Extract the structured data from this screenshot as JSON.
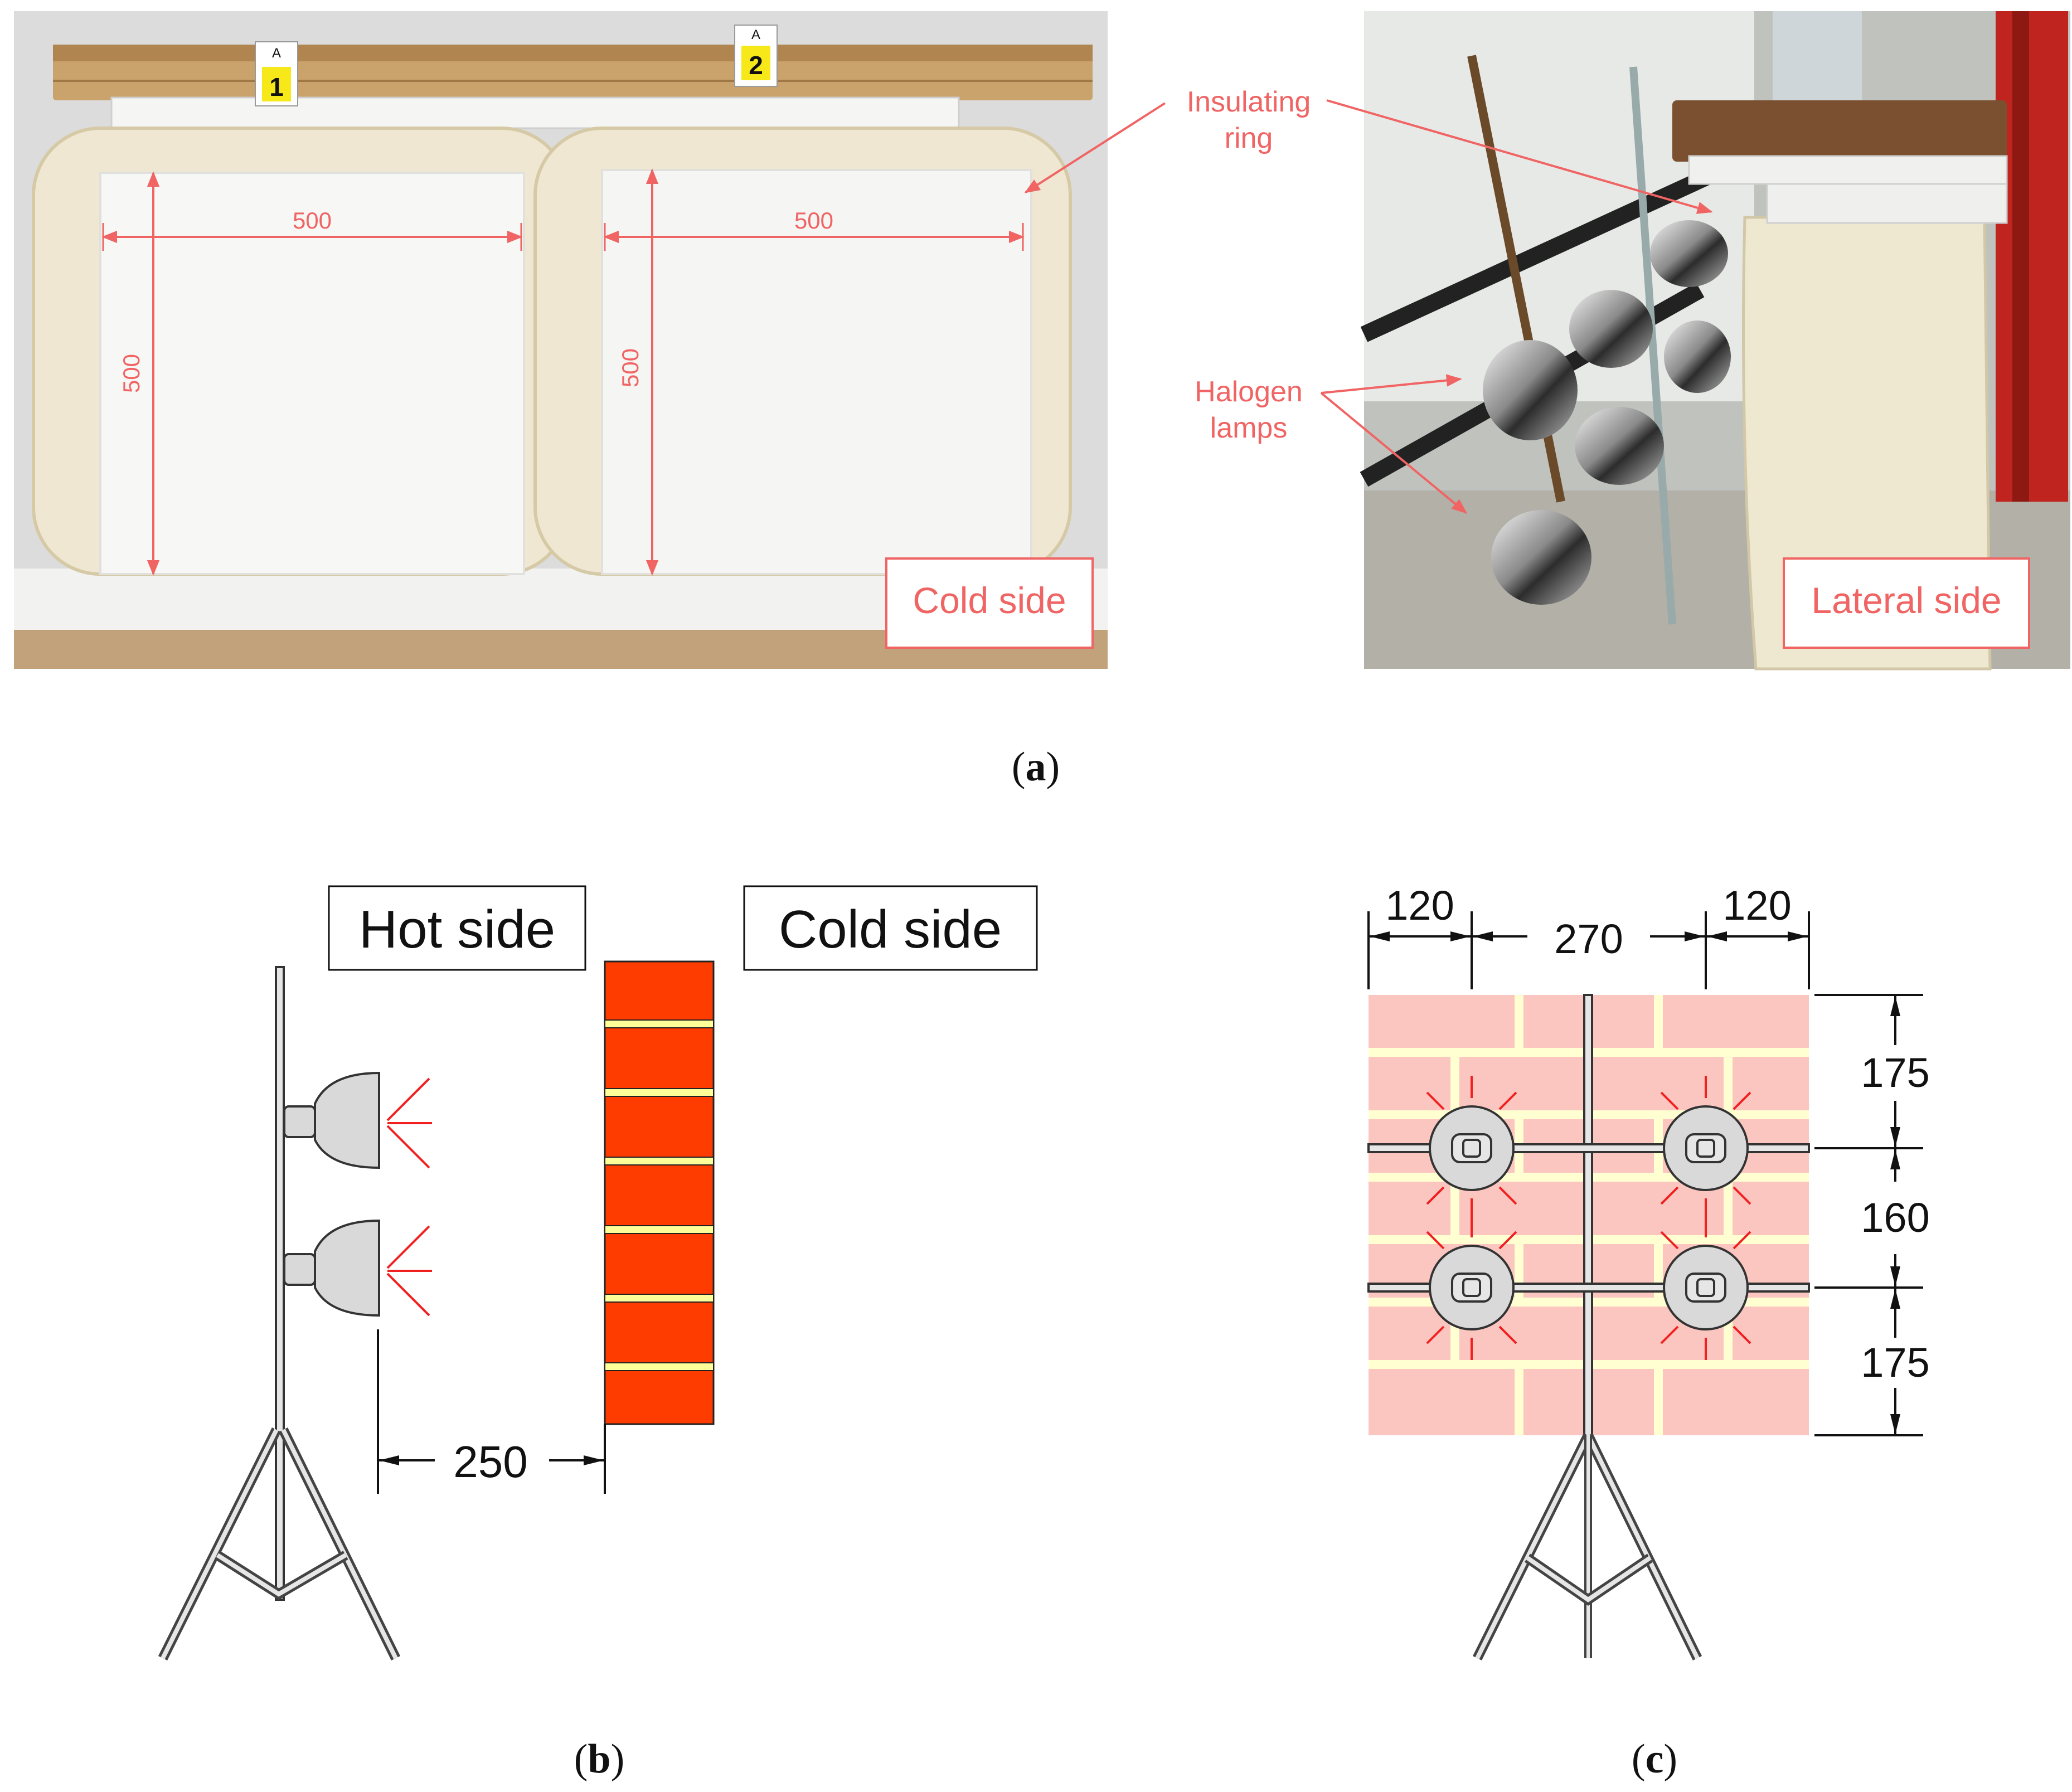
{
  "panel_a": {
    "left_photo": {
      "labels": [
        "1",
        "2"
      ],
      "small_marks": [
        "A",
        "A"
      ],
      "width_1": "500",
      "width_2": "500",
      "height_1": "500",
      "height_2": "500",
      "side_label": "Cold side"
    },
    "right_photo": {
      "insulating_ring": [
        "Insulating",
        "ring"
      ],
      "halogen_lamps": [
        "Halogen",
        "lamps"
      ],
      "side_label": "Lateral side"
    },
    "caption_letter": "a"
  },
  "panel_b": {
    "hot_side": "Hot side",
    "cold_side": "Cold side",
    "distance": "250",
    "caption_letter": "b"
  },
  "panel_c": {
    "top_dims": [
      "120",
      "270",
      "120"
    ],
    "right_dims": [
      "175",
      "160",
      "175"
    ],
    "caption_letter": "c"
  },
  "colors": {
    "annotation": "#f06464",
    "brick": "#ff3c00",
    "mortar": "#ffff9a",
    "wall_pink": "#fbc6c0",
    "lamp_grey": "#d9d9d9"
  }
}
